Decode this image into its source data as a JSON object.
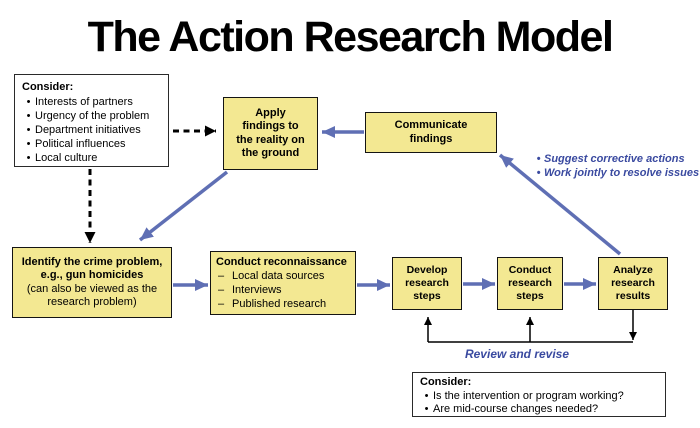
{
  "title": "The Action Research Model",
  "chars": {
    "bullet": "•",
    "dash": "–"
  },
  "colors": {
    "box_fill": "#F3E892",
    "box_border": "#141414",
    "arrow_blue": "#5F6FB4",
    "annotation_blue": "#3A4AA0",
    "dashed_arrow_black": "#000000"
  },
  "consider_partners": {
    "heading": "Consider:",
    "items": [
      "Interests of partners",
      "Urgency of the problem",
      "Department initiatives",
      "Political influences",
      "Local culture"
    ]
  },
  "flow": {
    "apply": "Apply findings to the reality on the ground",
    "communicate": "Communicate findings",
    "identify_main": "Identify the crime problem, e.g., gun homicides",
    "identify_note": "(can also be viewed as the research problem)",
    "reconnaissance_heading": "Conduct reconnaissance",
    "reconnaissance_items": [
      "Local data sources",
      "Interviews",
      "Published research"
    ],
    "develop": "Develop research steps",
    "conduct": "Conduct research steps",
    "analyze": "Analyze research results"
  },
  "annotations": {
    "communicate_bullets": [
      "Suggest corrective actions",
      "Work jointly to resolve issues"
    ],
    "review": "Review and revise"
  },
  "consider_evaluation": {
    "heading": "Consider:",
    "items": [
      "Is the intervention or program working?",
      "Are mid-course changes needed?"
    ]
  }
}
